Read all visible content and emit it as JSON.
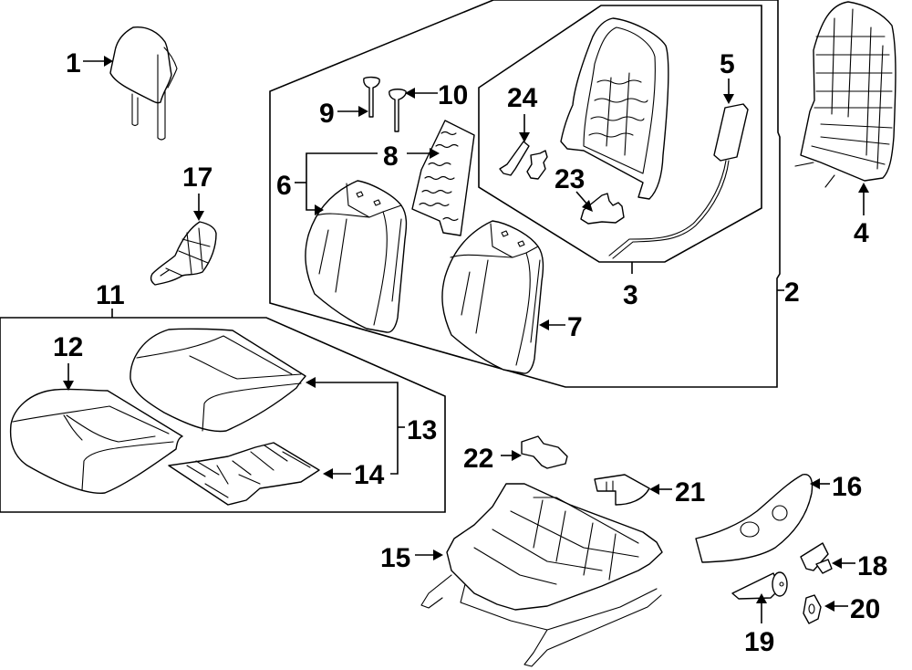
{
  "diagram": {
    "title": "Seat components exploded view",
    "colors": {
      "line": "#000000",
      "background": "#ffffff"
    },
    "callouts": [
      {
        "id": "1",
        "text": "1",
        "part": "headrest"
      },
      {
        "id": "2",
        "text": "2",
        "part": "seat-back-assembly-group"
      },
      {
        "id": "3",
        "text": "3",
        "part": "seat-back-frame-group"
      },
      {
        "id": "4",
        "text": "4",
        "part": "seat-back-panel"
      },
      {
        "id": "5",
        "text": "5",
        "part": "side-airbag"
      },
      {
        "id": "6",
        "text": "6",
        "part": "seat-back-cover"
      },
      {
        "id": "7",
        "text": "7",
        "part": "seat-back-cover-alt"
      },
      {
        "id": "8",
        "text": "8",
        "part": "heater-pad"
      },
      {
        "id": "9",
        "text": "9",
        "part": "headrest-guide"
      },
      {
        "id": "10",
        "text": "10",
        "part": "headrest-guide-alt"
      },
      {
        "id": "11",
        "text": "11",
        "part": "cushion-assembly-group"
      },
      {
        "id": "12",
        "text": "12",
        "part": "cushion-cover"
      },
      {
        "id": "13",
        "text": "13",
        "part": "cushion-pad-group"
      },
      {
        "id": "14",
        "text": "14",
        "part": "cushion-heater"
      },
      {
        "id": "15",
        "text": "15",
        "part": "seat-track-frame"
      },
      {
        "id": "16",
        "text": "16",
        "part": "side-shield"
      },
      {
        "id": "17",
        "text": "17",
        "part": "recliner-cover"
      },
      {
        "id": "18",
        "text": "18",
        "part": "switch-knob"
      },
      {
        "id": "19",
        "text": "19",
        "part": "lever"
      },
      {
        "id": "20",
        "text": "20",
        "part": "knob"
      },
      {
        "id": "21",
        "text": "21",
        "part": "trim-cover"
      },
      {
        "id": "22",
        "text": "22",
        "part": "bracket"
      },
      {
        "id": "23",
        "text": "23",
        "part": "lumbar-component"
      },
      {
        "id": "24",
        "text": "24",
        "part": "bracket-alt"
      }
    ]
  }
}
